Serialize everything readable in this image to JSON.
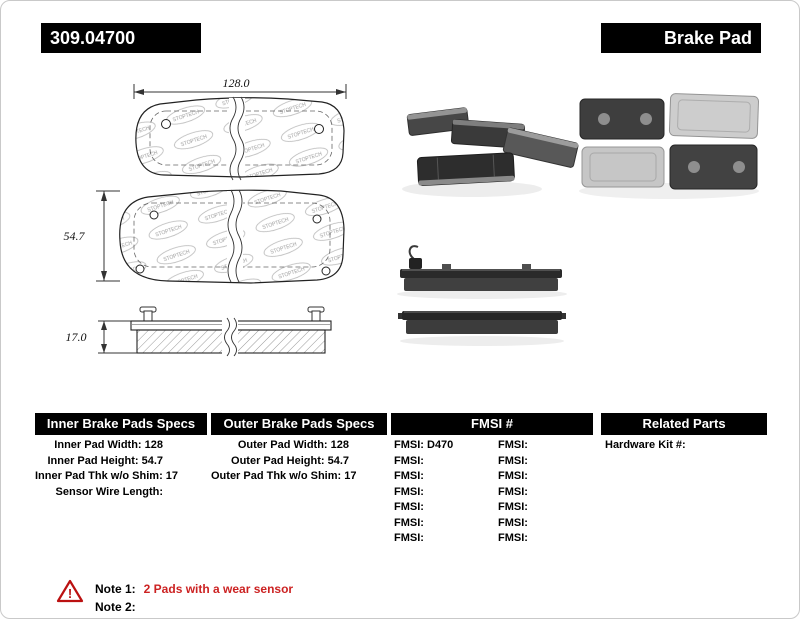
{
  "header": {
    "part_number": "309.04700",
    "product_type": "Brake Pad"
  },
  "diagram": {
    "width_dim": "128.0",
    "height_dim": "54.7",
    "thickness_dim": "17.0",
    "stamp_text": "STOPTECH"
  },
  "tables": {
    "inner": {
      "title": "Inner Brake Pads Specs",
      "rows": [
        "Inner Pad Width: 128",
        "Inner Pad Height: 54.7",
        "Inner Pad Thk w/o Shim: 17",
        "Sensor Wire Length:"
      ]
    },
    "outer": {
      "title": "Outer Brake Pads Specs",
      "rows": [
        "Outer Pad Width: 128",
        "Outer Pad Height: 54.7",
        "Outer Pad Thk w/o Shim: 17"
      ]
    },
    "fmsi": {
      "title": "FMSI #",
      "col1": [
        "FMSI: D470",
        "FMSI:",
        "FMSI:",
        "FMSI:",
        "FMSI:",
        "FMSI:",
        "FMSI:"
      ],
      "col2": [
        "FMSI:",
        "FMSI:",
        "FMSI:",
        "FMSI:",
        "FMSI:",
        "FMSI:",
        "FMSI:"
      ]
    },
    "related": {
      "title": "Related Parts",
      "rows": [
        "Hardware Kit #:"
      ]
    }
  },
  "notes": {
    "note1_label": "Note 1:",
    "note1_text": "2 Pads with a wear sensor",
    "note2_label": "Note 2:"
  },
  "colors": {
    "header_bg": "#000000",
    "header_fg": "#ffffff",
    "note_red": "#cc2222",
    "warning_red": "#cc2222"
  }
}
